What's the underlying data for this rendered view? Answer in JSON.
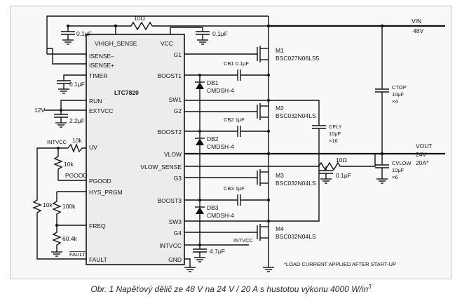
{
  "figure": {
    "caption": "Obr. 1  Napěťový dělič ze 48 V na 24 V / 20 A s hustotou výkonu 4000 W/in",
    "caption_superscript": "3",
    "footnote": "*LOAD CURRENT APPLIED AFTER START-UP"
  },
  "ic": {
    "name": "LTC7820",
    "pins_left": [
      "ISENSE–",
      "ISENSE+",
      "TIMER",
      "RUN",
      "EXTVCC",
      "UV",
      "PGOOD",
      "HYS_PRGM",
      "FREQ",
      "FAULT"
    ],
    "pins_right": [
      "G1",
      "BOOST1",
      "SW1",
      "G2",
      "BOOST2",
      "VLOW",
      "VLOW_SENSE",
      "G3",
      "BOOST3",
      "SW3",
      "G4",
      "INTVCC",
      "GND"
    ],
    "pins_top": [
      "VHIGH_SENSE",
      "VCC"
    ]
  },
  "rails": {
    "vin": {
      "label": "VIN",
      "value": "48V"
    },
    "vout": {
      "label": "VOUT",
      "value": "24V",
      "current": "20A*"
    },
    "v12": "12V",
    "intvcc_left": "INTVCC",
    "intvcc_bottom": "INTVCC"
  },
  "components": {
    "r_top": "10Ω",
    "c_top_left": "0.1μF",
    "c_top_right": "0.1μF",
    "c_timer": "0.1μF",
    "c_extvcc": "2.2μF",
    "r_uv": "10k",
    "r_pgood": "10k",
    "pgood_label": "PGOOD",
    "r_freq_top": "100k",
    "r_freq_bot": "60.4k",
    "r_left": "10k",
    "fault_label": "FAULT",
    "c_intvcc": "4.7μF",
    "cb1": {
      "name": "CB1",
      "value": "0.1μF"
    },
    "cb2": {
      "name": "CB2",
      "value": "1μF"
    },
    "cb3": {
      "name": "CB3",
      "value": "1μF"
    },
    "db1": {
      "name": "DB1",
      "part": "CMDSH-4"
    },
    "db2": {
      "name": "DB2",
      "part": "CMDSH-4"
    },
    "db3": {
      "name": "DB3",
      "part": "CMDSH-4"
    },
    "m1": {
      "name": "M1",
      "part": "BSC027N06LS5"
    },
    "m2": {
      "name": "M2",
      "part": "BSC032N04LS"
    },
    "m3": {
      "name": "M3",
      "part": "BSC032N04LS"
    },
    "m4": {
      "name": "M4",
      "part": "BSC032N04LS"
    },
    "cfly": {
      "name": "CFLY",
      "value": "10μF",
      "count": "×16"
    },
    "ctop": {
      "name": "CTOP",
      "value": "10μF",
      "count": "×4"
    },
    "cvlow": {
      "name": "CVLOW",
      "value": "10μF",
      "count": "×6"
    },
    "r_vlow_sense": "10Ω",
    "c_vlow_sense": "0.1μF"
  }
}
